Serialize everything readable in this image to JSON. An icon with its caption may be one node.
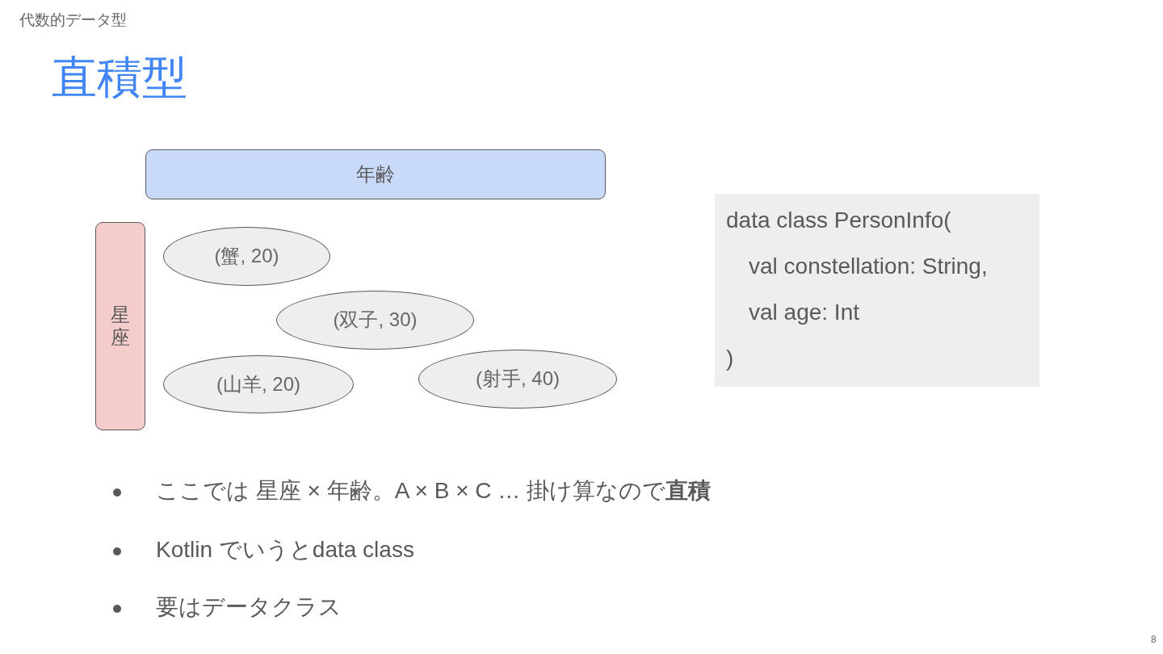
{
  "diagram": {
    "title": "直積型",
    "nodes": [
      {
        "text": [
          "年齢"
        ]
      },
      {
        "text": [
          "星座"
        ]
      },
      {
        "text": [
          "(蟹, 20)"
        ]
      },
      {
        "text": [
          "(双子, 30)"
        ]
      },
      {
        "text": [
          "(山羊, 20)"
        ]
      },
      {
        "text": [
          "(射手, 40)"
        ]
      },
      {
        "text": [
          "data class PersonInfo(",
          "val constellation: String,",
          "val age: Int",
          ")"
        ]
      }
    ],
    "labels": [
      "代数的データ型",
      "ここでは 星座 × 年齢。A × B × C … 掛け算なので**直積**",
      "Kotlin でいうとdata class",
      "要はデータクラス",
      "8"
    ]
  }
}
